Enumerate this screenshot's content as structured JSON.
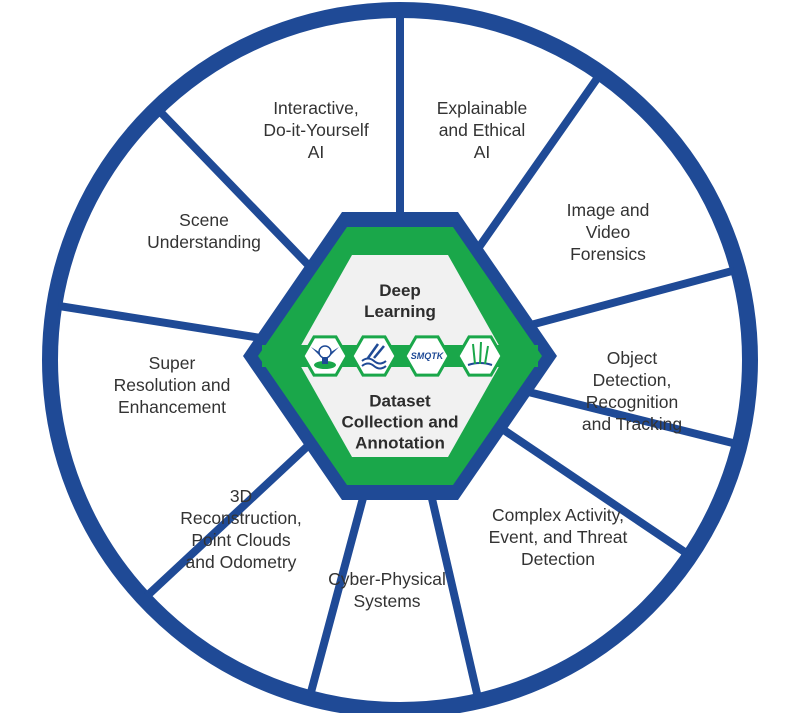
{
  "core": {
    "top_label": "Deep\nLearning",
    "bottom_label": "Dataset\nCollection and\nAnnotation",
    "badges": [
      {
        "icon": "robot-bird-logo-icon"
      },
      {
        "icon": "signal-waves-logo-icon"
      },
      {
        "icon": "smqtk-logo-icon",
        "text": "SMQTK"
      },
      {
        "icon": "reeds-logo-icon"
      }
    ]
  },
  "segments": [
    {
      "name": "segment-interactive-diy-ai",
      "label": "Interactive,\nDo-it-Yourself\nAI"
    },
    {
      "name": "segment-explainable-ethical-ai",
      "label": "Explainable\nand Ethical\nAI"
    },
    {
      "name": "segment-image-video-forensics",
      "label": "Image and\nVideo\nForensics"
    },
    {
      "name": "segment-object-detection",
      "label": "Object\nDetection,\nRecognition\nand Tracking"
    },
    {
      "name": "segment-complex-activity",
      "label": "Complex Activity,\nEvent, and Threat\nDetection"
    },
    {
      "name": "segment-cyber-physical",
      "label": "Cyber-Physical\nSystems"
    },
    {
      "name": "segment-3d-reconstruction",
      "label": "3D\nReconstruction,\nPoint Clouds\nand Odometry"
    },
    {
      "name": "segment-super-resolution",
      "label": "Super\nResolution and\nEnhancement"
    },
    {
      "name": "segment-scene-understanding",
      "label": "Scene\nUnderstanding"
    }
  ],
  "colors": {
    "navy": "#1f4a96",
    "green": "#1aa74a",
    "light_gray": "#f1f1f1",
    "text": "#333333"
  }
}
